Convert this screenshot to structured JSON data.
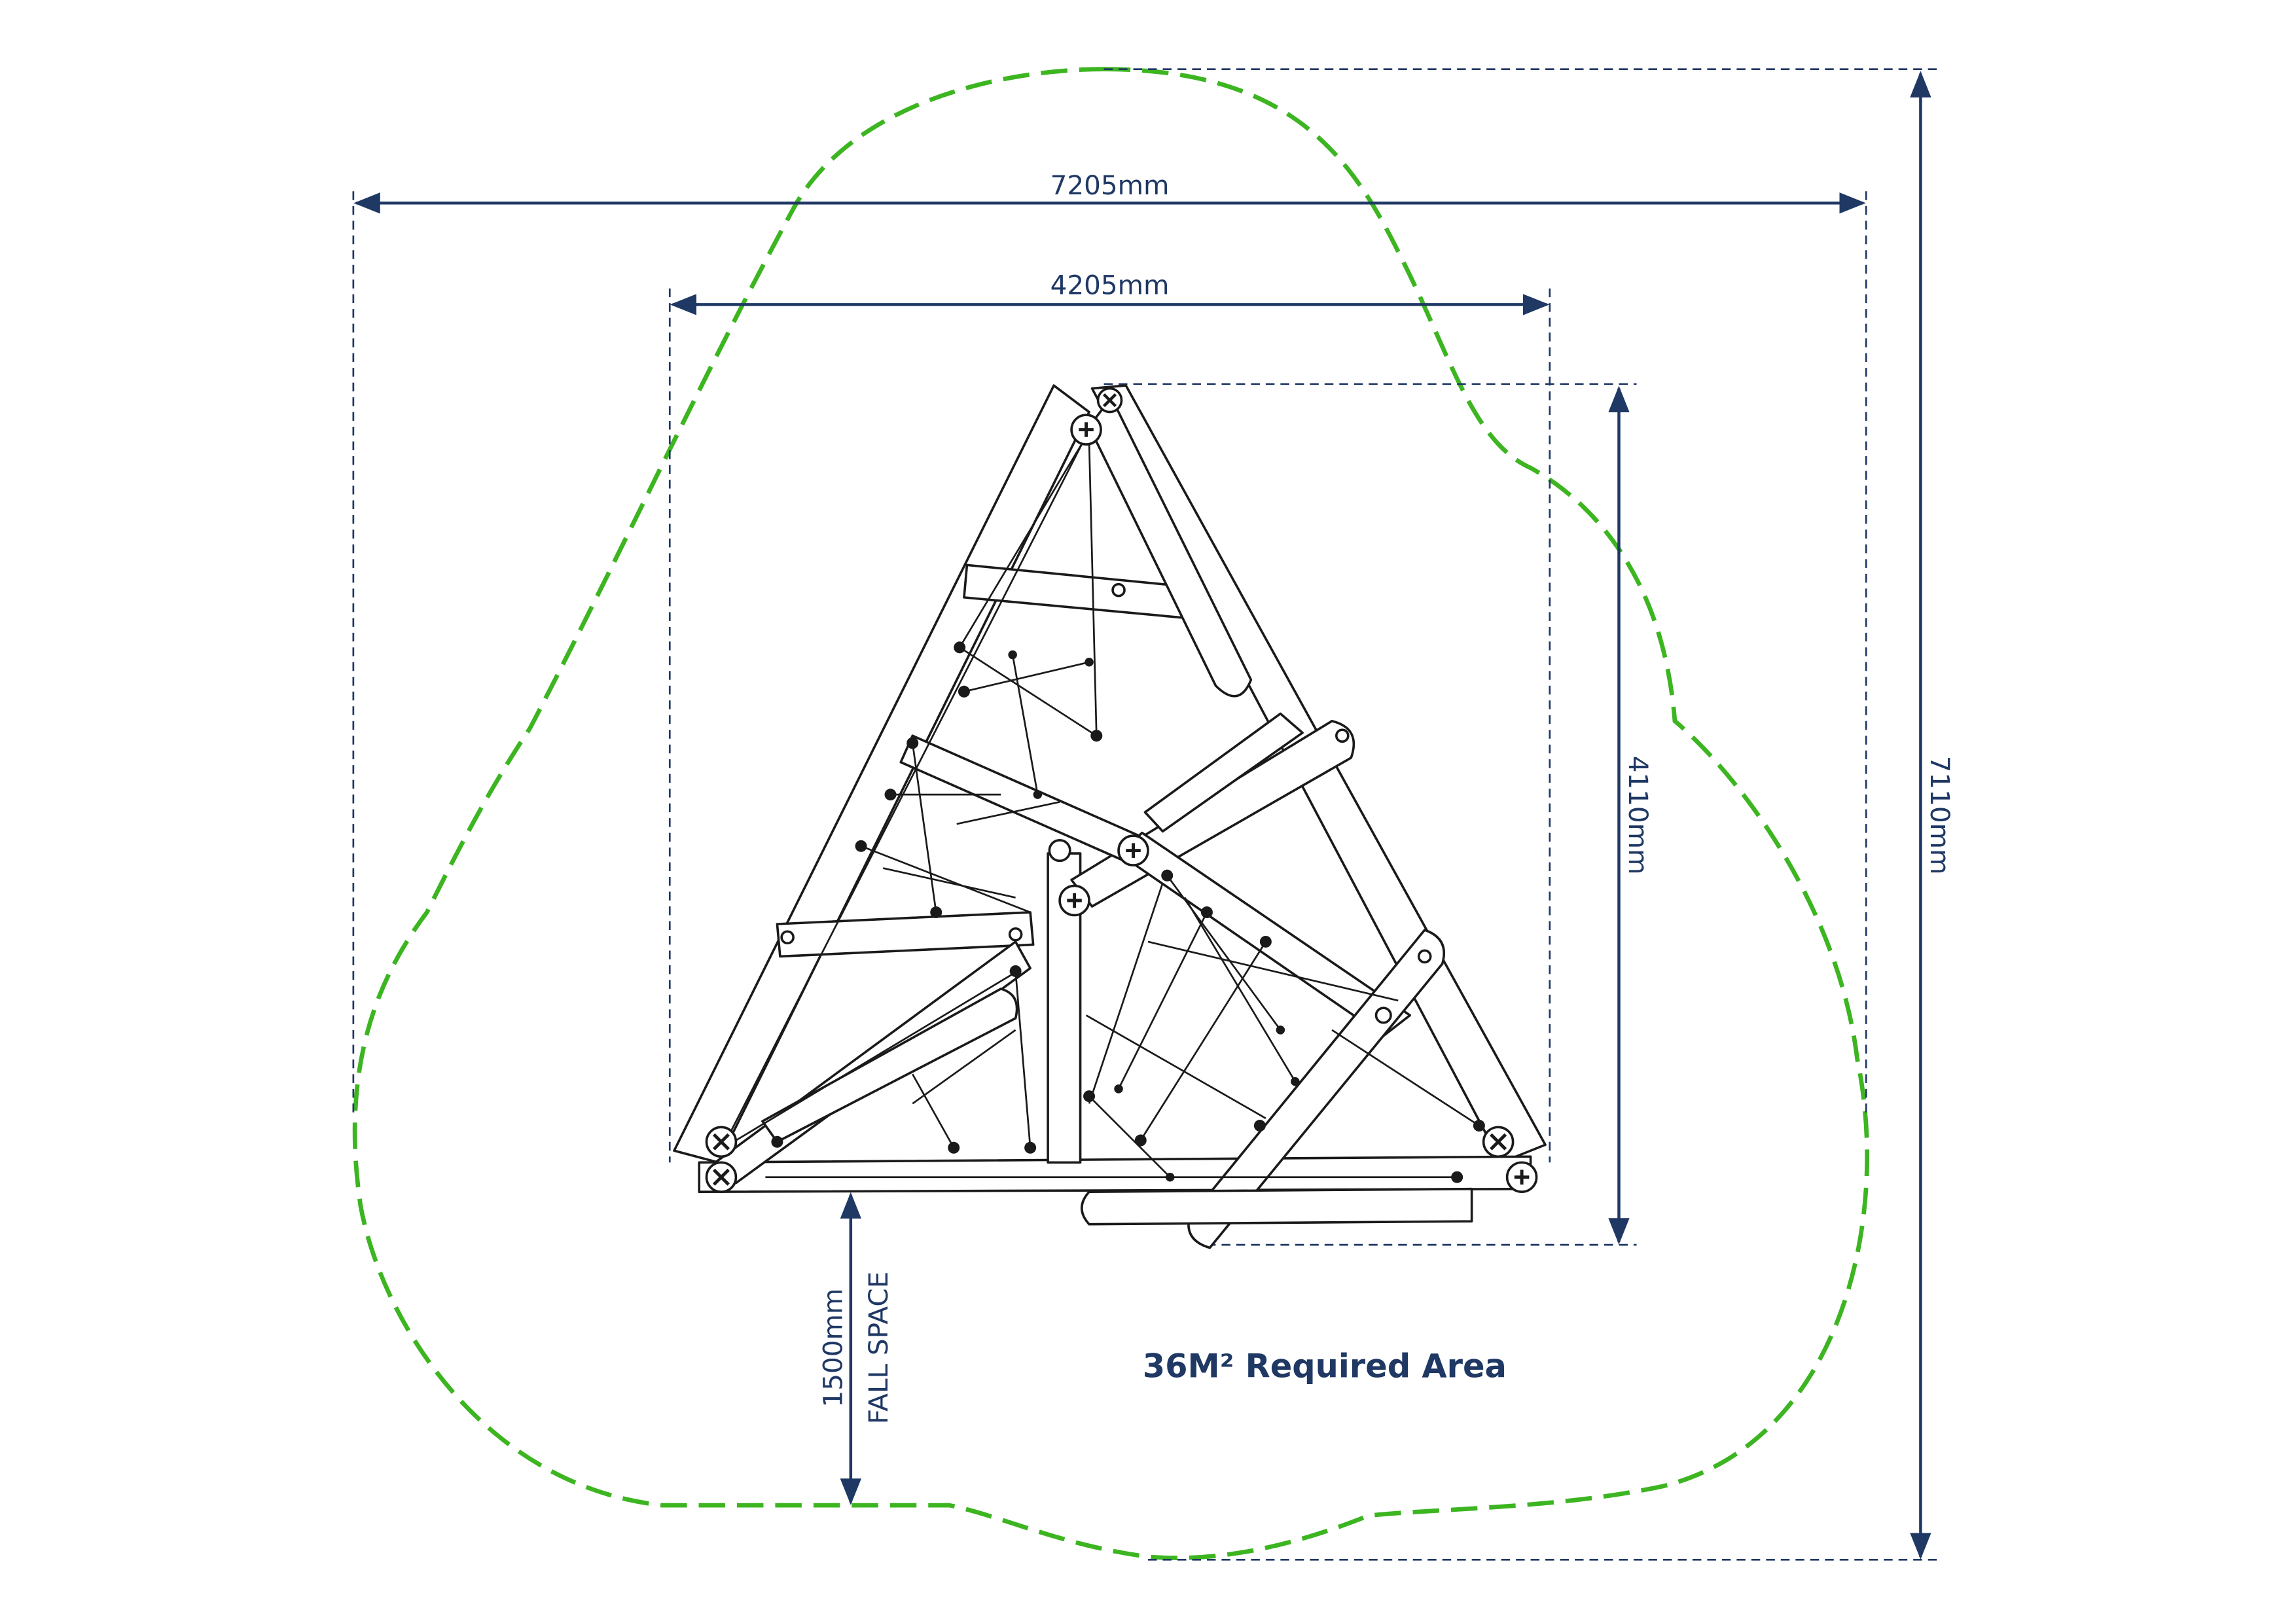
{
  "colors": {
    "dimension": "#1f3864",
    "fall_zone": "#3cb521",
    "structure": "#1a1a1a",
    "background": "#ffffff"
  },
  "dimensions": {
    "overall_width": "7205mm",
    "frame_width": "4205mm",
    "frame_height": "4110mm",
    "overall_height": "7110mm",
    "fall_space_distance": "1500mm",
    "fall_space_label": "FALL SPACE"
  },
  "area_label": "36M² Required Area"
}
